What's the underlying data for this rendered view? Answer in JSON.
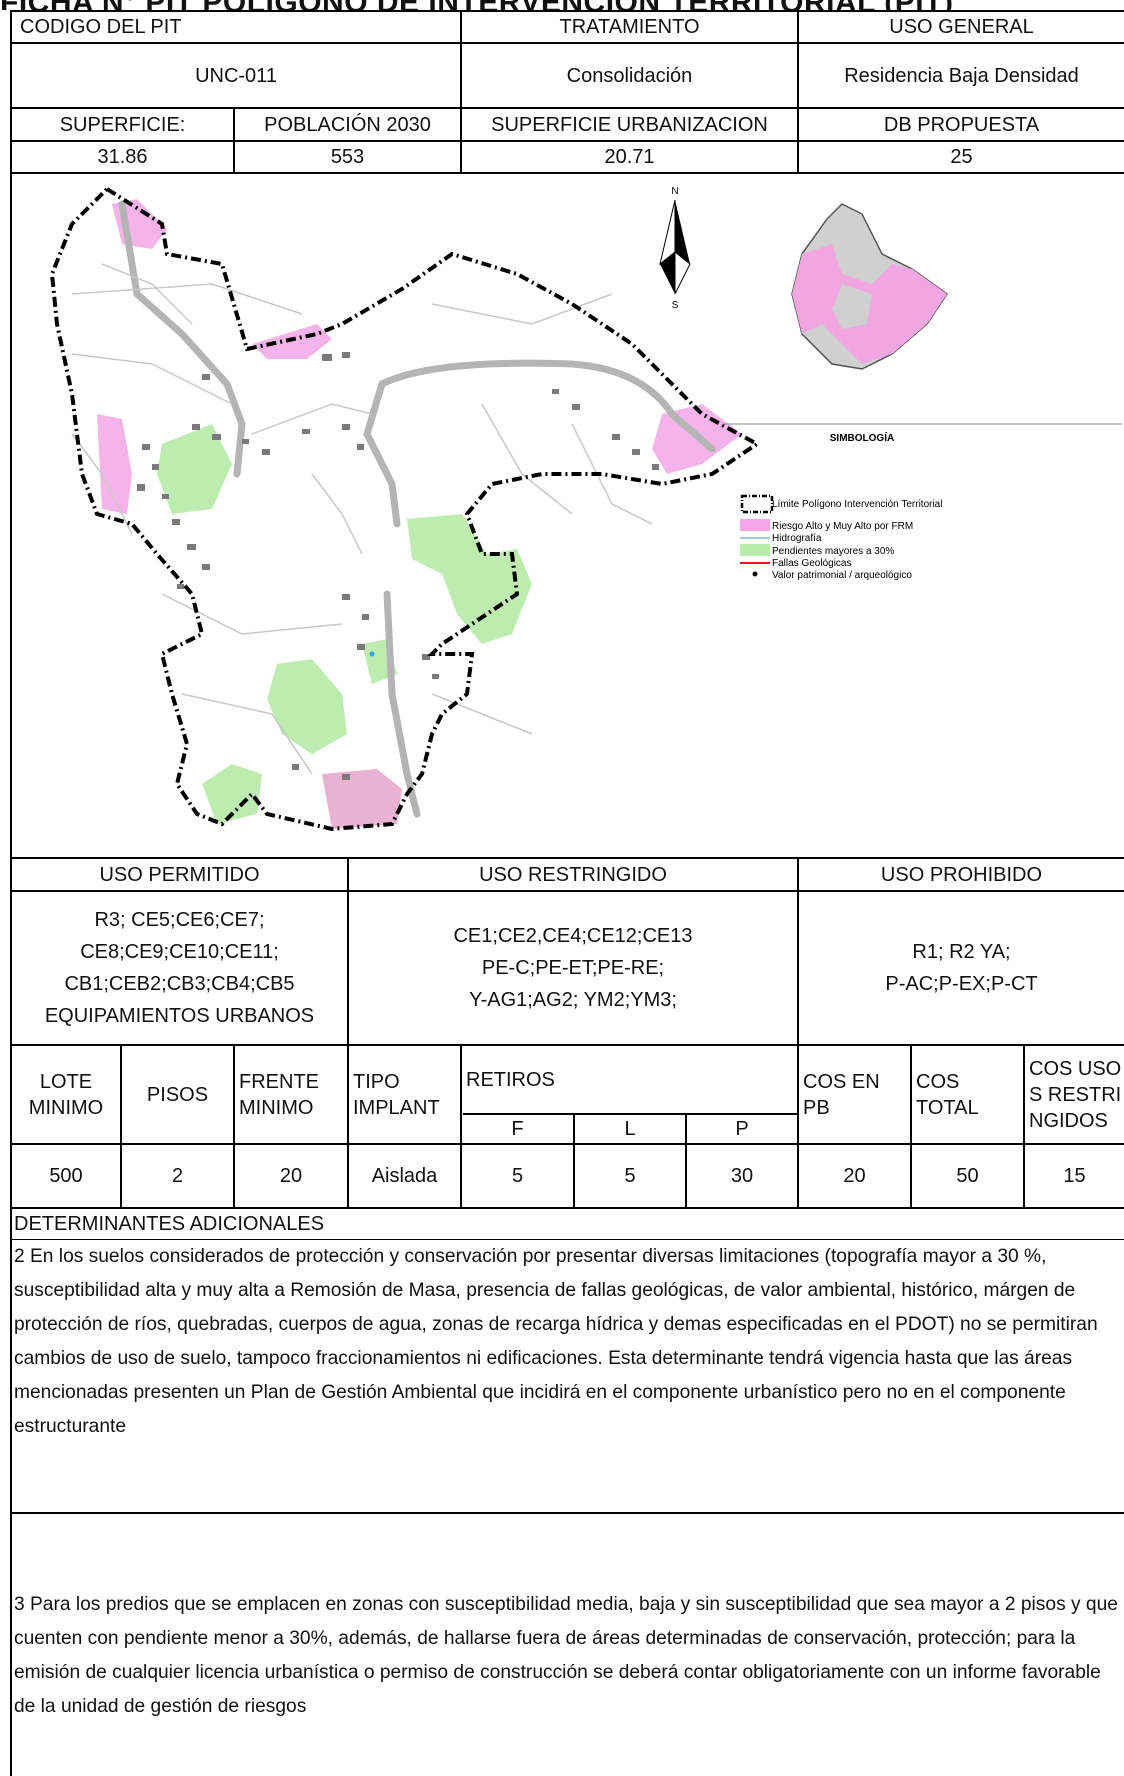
{
  "title": "FICHA N° PIT POLÍGONO DE INTERVENCIÓN TERRITORIAL (PIT)",
  "header": {
    "codigo_label": "CODIGO DEL PIT",
    "tratamiento_label": "TRATAMIENTO",
    "uso_general_label": "USO GENERAL",
    "codigo_value": "UNC-011",
    "tratamiento_value": "Consolidación",
    "uso_general_value": "Residencia Baja Densidad",
    "superficie_label": "SUPERFICIE:",
    "poblacion_label": "POBLACIÓN 2030",
    "sup_urbanizacion_label": "SUPERFICIE URBANIZACION",
    "db_label": "DB PROPUESTA",
    "superficie_value": "31.86",
    "poblacion_value": "553",
    "sup_urbanizacion_value": "20.71",
    "db_value": "25"
  },
  "map": {
    "north": "N",
    "south": "S",
    "legend_title": "SIMBOLOGÍA",
    "legend": [
      {
        "label": "Límite Polígono Intervención Territorial",
        "color": "#000000"
      },
      {
        "label": "Riesgo Alto y Muy Alto por FRM",
        "color": "#f4a6e6"
      },
      {
        "label": "Hidrografía",
        "color": "#9ec8f2"
      },
      {
        "label": "Pendientes mayores a 30%",
        "color": "#b8ecaa"
      },
      {
        "label": "Fallas Geológicas",
        "color": "#e0201c"
      },
      {
        "label": "Valor patrimonial / arqueológico",
        "color": "#000000"
      }
    ]
  },
  "usos": {
    "permitido_label": "USO PERMITIDO",
    "restringido_label": "USO RESTRINGIDO",
    "prohibido_label": "USO PROHIBIDO",
    "permitido_lines": [
      "R3; CE5;CE6;CE7;",
      "CE8;CE9;CE10;CE11;",
      "CB1;CEB2;CB3;CB4;CB5",
      "EQUIPAMIENTOS URBANOS"
    ],
    "restringido_lines": [
      "CE1;CE2,CE4;CE12;CE13",
      "PE-C;PE-ET;PE-RE;",
      "Y-AG1;AG2; YM2;YM3;"
    ],
    "prohibido_lines": [
      "R1; R2  YA;",
      "P-AC;P-EX;P-CT"
    ]
  },
  "params": {
    "lote_label": "LOTE MINIMO",
    "pisos_label": "PISOS",
    "frente_label": "FRENTE MINIMO",
    "tipo_label": "TIPO IMPLANT",
    "retiros_label": "RETIROS",
    "f_label": "F",
    "l_label": "L",
    "p_label": "P",
    "cos_pb_label": "COS EN PB",
    "cos_total_label": "COS TOTAL",
    "cos_usos_label": "COS USOS RESTRINGIDOS",
    "lote_value": "500",
    "pisos_value": "2",
    "frente_value": "20",
    "tipo_value": "Aislada",
    "f_value": "5",
    "l_value": "5",
    "p_value": "30",
    "cos_pb_value": "20",
    "cos_total_value": "50",
    "cos_usos_value": "15"
  },
  "determinantes": {
    "title": "DETERMINANTES ADICIONALES",
    "p2": "2 En los suelos considerados de protección y conservación por presentar diversas limitaciones (topografía mayor a 30 %, susceptibilidad alta y muy alta a Remosión de Masa, presencia de fallas geológicas, de valor ambiental, histórico, márgen de protección de ríos, quebradas, cuerpos de agua, zonas de recarga hídrica y demas especificadas en el PDOT) no se permitiran cambios de uso de suelo, tampoco fraccionamientos ni edificaciones. Esta determinante tendrá vigencia hasta que las áreas mencionadas presenten un Plan de Gestión Ambiental que incidirá en el componente urbanístico pero no en el componente estructurante",
    "p3": "3 Para los predios que se emplacen en zonas con susceptibilidad media, baja y sin susceptibilidad que sea mayor a 2 pisos y que cuenten con pendiente menor a 30%, además, de hallarse fuera de áreas determinadas de conservación, protección; para la emisión de cualquier licencia urbanística o permiso de construcción se deberá contar obligatoriamente con un informe favorable de la unidad de gestión de riesgos"
  }
}
